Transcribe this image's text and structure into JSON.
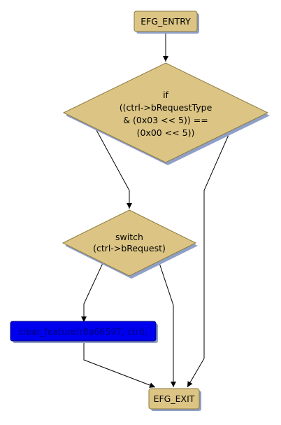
{
  "nodes": {
    "entry": {
      "label": "EFG_ENTRY"
    },
    "if_node": {
      "lines": [
        "if",
        "((ctrl->bRequestType",
        "& (0x03 << 5)) ==",
        "(0x00 << 5))"
      ]
    },
    "switch_node": {
      "lines": [
        "switch",
        "(ctrl->bRequest)"
      ]
    },
    "call_node": {
      "label": "clear_feature(r8a66597, ctrl);"
    },
    "exit": {
      "label": "EFG_EXIT"
    }
  },
  "colors": {
    "terminal_fill": "#dcc584",
    "decision_fill": "#dcc584",
    "call_fill": "#0000ee",
    "shadow": "#8fa0c8",
    "edge": "#000000"
  }
}
